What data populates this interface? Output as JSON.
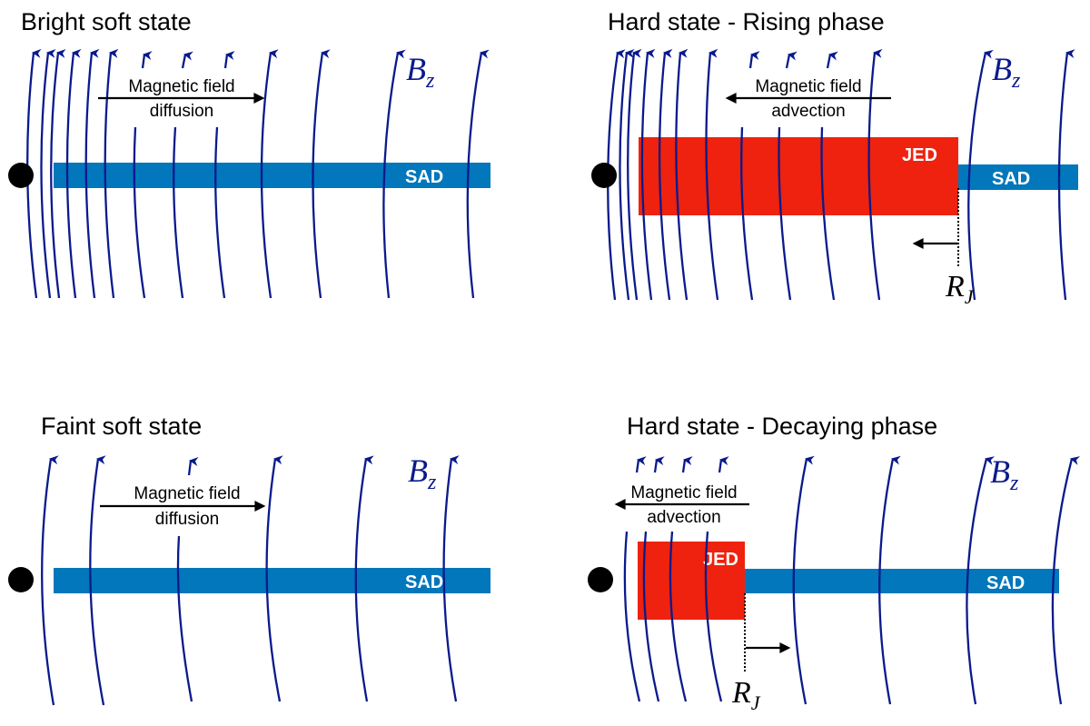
{
  "colors": {
    "field_line": "#0a1a8c",
    "sad": "#0277bb",
    "jed": "#ee220e",
    "black_hole": "#000000",
    "arrow": "#000000"
  },
  "panels": [
    {
      "id": "bright-soft",
      "title": "Bright soft state",
      "note_line1": "Magnetic field",
      "note_line2": "diffusion",
      "note_direction": "right",
      "field_label": "B",
      "field_label_sub": "z",
      "disks": [
        {
          "type": "SAD",
          "label": "SAD"
        }
      ],
      "has_rj": false
    },
    {
      "id": "hard-rising",
      "title": "Hard state - Rising phase",
      "note_line1": "Magnetic field",
      "note_line2": "advection",
      "note_direction": "left",
      "field_label": "B",
      "field_label_sub": "z",
      "disks": [
        {
          "type": "JED",
          "label": "JED"
        },
        {
          "type": "SAD",
          "label": "SAD"
        }
      ],
      "has_rj": true,
      "rj_label": "R",
      "rj_sub": "J",
      "rj_motion": "inward"
    },
    {
      "id": "faint-soft",
      "title": "Faint soft state",
      "note_line1": "Magnetic field",
      "note_line2": "diffusion",
      "note_direction": "right",
      "field_label": "B",
      "field_label_sub": "z",
      "disks": [
        {
          "type": "SAD",
          "label": "SAD"
        }
      ],
      "has_rj": false
    },
    {
      "id": "hard-decaying",
      "title": "Hard state - Decaying phase",
      "note_line1": "Magnetic field",
      "note_line2": "advection",
      "note_direction": "left",
      "field_label": "B",
      "field_label_sub": "z",
      "disks": [
        {
          "type": "JED",
          "label": "JED"
        },
        {
          "type": "SAD",
          "label": "SAD"
        }
      ],
      "has_rj": true,
      "rj_label": "R",
      "rj_sub": "J",
      "rj_motion": "outward"
    }
  ]
}
